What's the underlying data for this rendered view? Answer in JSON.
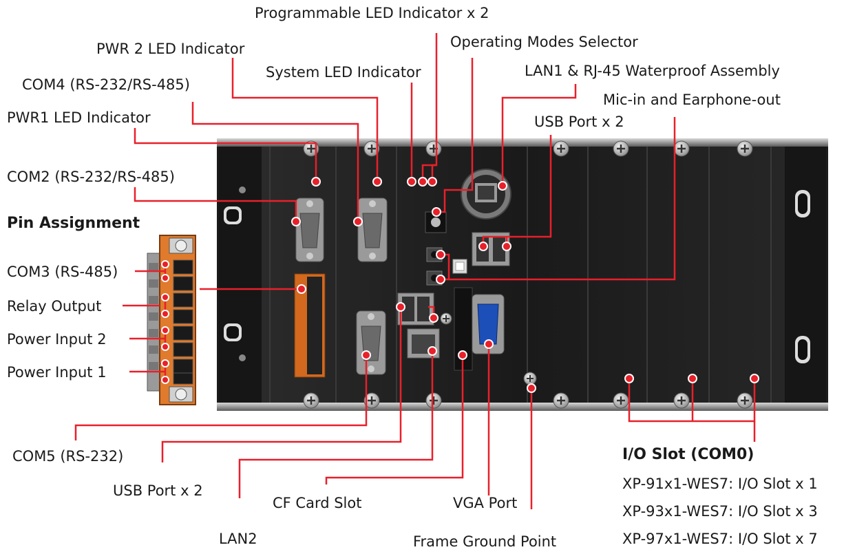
{
  "labels": {
    "programmable_led": "Programmable LED Indicator x 2",
    "pwr2_led": "PWR 2 LED Indicator",
    "operating_modes": "Operating Modes Selector",
    "system_led": "System LED Indicator",
    "lan1_rj45": "LAN1 & RJ-45 Waterproof Assembly",
    "com4": "COM4 (RS-232/RS-485)",
    "mic_earphone": "Mic-in and Earphone-out",
    "pwr1_led": "PWR1 LED Indicator",
    "usb_top": "USB Port x 2",
    "com2": "COM2 (RS-232/RS-485)",
    "pin_assignment": "Pin Assignment",
    "com3": "COM3 (RS-485)",
    "relay_output": "Relay Output",
    "power_input_2": "Power Input 2",
    "power_input_1": "Power Input 1",
    "com5": "COM5 (RS-232)",
    "usb_bottom": "USB Port x 2",
    "cf_card": "CF Card Slot",
    "vga_port": "VGA Port",
    "lan2": "LAN2",
    "frame_ground": "Frame Ground Point",
    "io_slot_title": "I/O Slot (COM0)",
    "io_slot_1": "XP-91x1-WES7: I/O Slot x 1",
    "io_slot_3": "XP-93x1-WES7: I/O Slot x 3",
    "io_slot_7": "XP-97x1-WES7: I/O Slot x 7"
  },
  "colors": {
    "callout": "#e8202a",
    "chassis": "#1e1e1e",
    "connector": "#e07a2c"
  }
}
